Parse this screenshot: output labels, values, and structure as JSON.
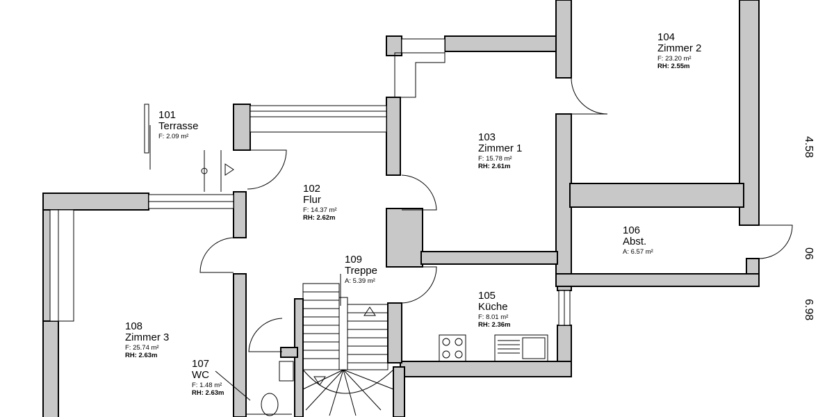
{
  "rooms": [
    {
      "id": "101",
      "num": "101",
      "name": "Terrasse",
      "area": "F:  2.09  m²",
      "height": ""
    },
    {
      "id": "102",
      "num": "102",
      "name": "Flur",
      "area": "F:  14.37  m²",
      "height": "RH:  2.62m"
    },
    {
      "id": "103",
      "num": "103",
      "name": "Zimmer 1",
      "area": "F:  15.78  m²",
      "height": "RH:  2.61m"
    },
    {
      "id": "104",
      "num": "104",
      "name": "Zimmer 2",
      "area": "F:  23.20  m²",
      "height": "RH:  2.55m"
    },
    {
      "id": "105",
      "num": "105",
      "name": "Küche",
      "area": "F:  8.01  m²",
      "height": "RH:  2.36m"
    },
    {
      "id": "106",
      "num": "106",
      "name": "Abst.",
      "area": "A:  6.57  m²",
      "height": ""
    },
    {
      "id": "107",
      "num": "107",
      "name": "WC",
      "area": "F:  1.48  m²",
      "height": "RH:  2.63m"
    },
    {
      "id": "108",
      "num": "108",
      "name": "Zimmer 3",
      "area": "F:  25.74  m²",
      "height": "RH:  2.63m"
    },
    {
      "id": "109",
      "num": "109",
      "name": "Treppe",
      "area": "A:  5.39  m²",
      "height": ""
    }
  ],
  "dimensions": [
    {
      "id": "dim-a",
      "text": "4.58"
    },
    {
      "id": "dim-b",
      "text": "06"
    },
    {
      "id": "dim-c",
      "text": "6.98"
    }
  ],
  "colors": {
    "wall": "#c8c8c8",
    "line": "#000000",
    "background": "#ffffff"
  }
}
